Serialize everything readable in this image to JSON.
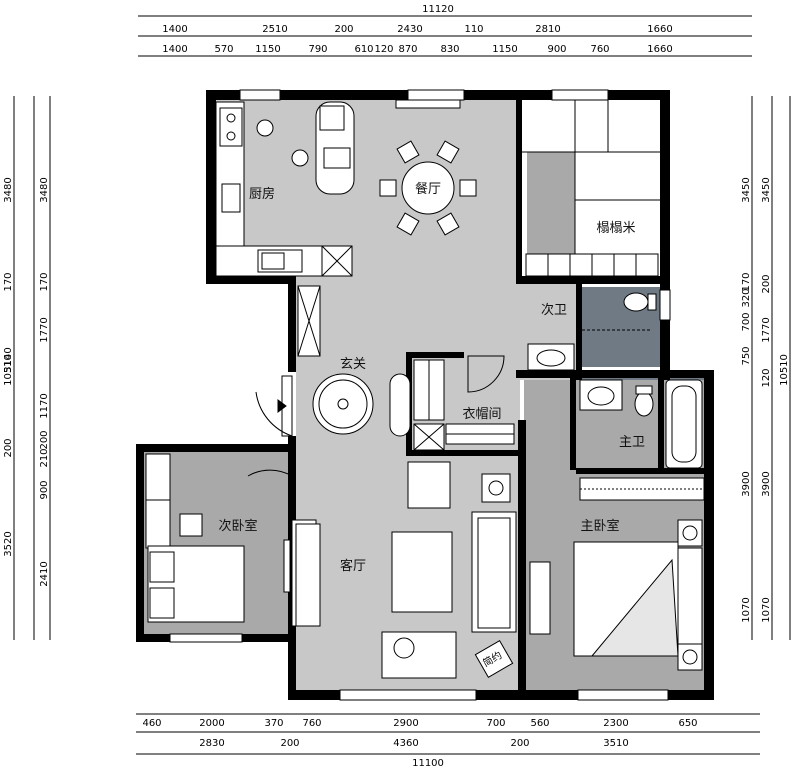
{
  "top_dimensions": {
    "total": "11120",
    "row1": [
      "1400",
      "2510",
      "200",
      "2430",
      "110",
      "2810",
      "1660"
    ],
    "row2": [
      "1400",
      "570",
      "1150",
      "790",
      "610",
      "120",
      "870",
      "830",
      "1150",
      "900",
      "760",
      "1660"
    ]
  },
  "bottom_dimensions": {
    "row1": [
      "460",
      "2000",
      "370",
      "760",
      "2900",
      "700",
      "560",
      "2300",
      "650"
    ],
    "row2": [
      "2830",
      "200",
      "4360",
      "200",
      "3510"
    ],
    "total": "11100"
  },
  "left_dimensions": {
    "outer": [
      "3480",
      "170",
      "3140",
      "200",
      "3520"
    ],
    "inner": [
      "3480",
      "170",
      "1770",
      "1170",
      "200",
      "210",
      "900",
      "2410"
    ],
    "total": "10510"
  },
  "right_dimensions": {
    "outer": [
      "3450",
      "200",
      "1770",
      "120",
      "3900",
      "1070"
    ],
    "inner": [
      "3450",
      "170",
      "320",
      "700",
      "750",
      "3900",
      "1070"
    ],
    "total": "10510"
  },
  "rooms": {
    "kitchen": "厨房",
    "dining": "餐厅",
    "tatami": "榻榻米",
    "guest_bath": "次卫",
    "foyer": "玄关",
    "cloakroom": "衣帽间",
    "master_bath": "主卫",
    "second_bedroom": "次卧室",
    "living": "客厅",
    "master_bedroom": "主卧室"
  },
  "furniture_labels": {
    "living_table_label": "简约"
  },
  "colors": {
    "wall": "#000000",
    "floor_main": "#c8c8c8",
    "floor_dark": "#a9a9a9",
    "floor_bath": "#6f7a85",
    "tatami": "#ffffff"
  }
}
